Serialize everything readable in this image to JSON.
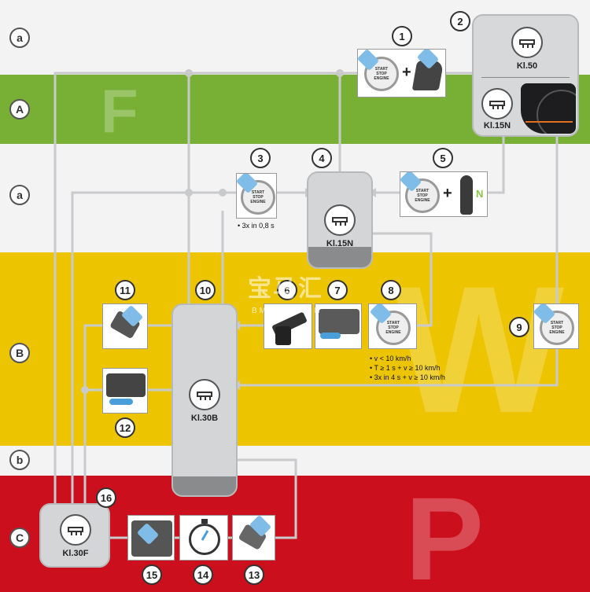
{
  "colors": {
    "green": "#78b036",
    "yellow": "#ecc500",
    "red": "#cc0f1c",
    "light": "#f3f3f3",
    "line": "#c9cacc"
  },
  "rows": {
    "a1": "a",
    "A": "A",
    "a2": "a",
    "B": "B",
    "b": "b",
    "C": "C"
  },
  "zones": {
    "F": "F",
    "W": "W",
    "P": "P"
  },
  "numbers": [
    "1",
    "2",
    "3",
    "4",
    "5",
    "6",
    "7",
    "8",
    "9",
    "10",
    "11",
    "12",
    "13",
    "14",
    "15",
    "16"
  ],
  "terminals": {
    "kl50": "Kl.50",
    "kl15n_top": "Kl.15N",
    "kl15n_mid": "Kl.15N",
    "kl30b": "Kl.30B",
    "kl30f": "Kl.30F"
  },
  "start_stop": {
    "line1": "START",
    "line2": "STOP",
    "line3": "ENGINE"
  },
  "gear_label": "N",
  "note3": "• 3x in 0,8 s",
  "note8": [
    "• v < 10 km/h",
    "• T ≥ 1 s + v ≥ 10 km/h",
    "• 3x in 4 s + v ≥ 10 km/h"
  ],
  "watermark": {
    "cn": "宝马汇",
    "url": "BMWCHE.CN"
  },
  "icons": [
    "start-stop-button-icon",
    "brake-pedal-icon",
    "gear-selector-icon",
    "seatbelt-icon",
    "door-handle-icon",
    "key-fob-icon",
    "stopwatch-icon",
    "instrument-cluster-icon"
  ]
}
